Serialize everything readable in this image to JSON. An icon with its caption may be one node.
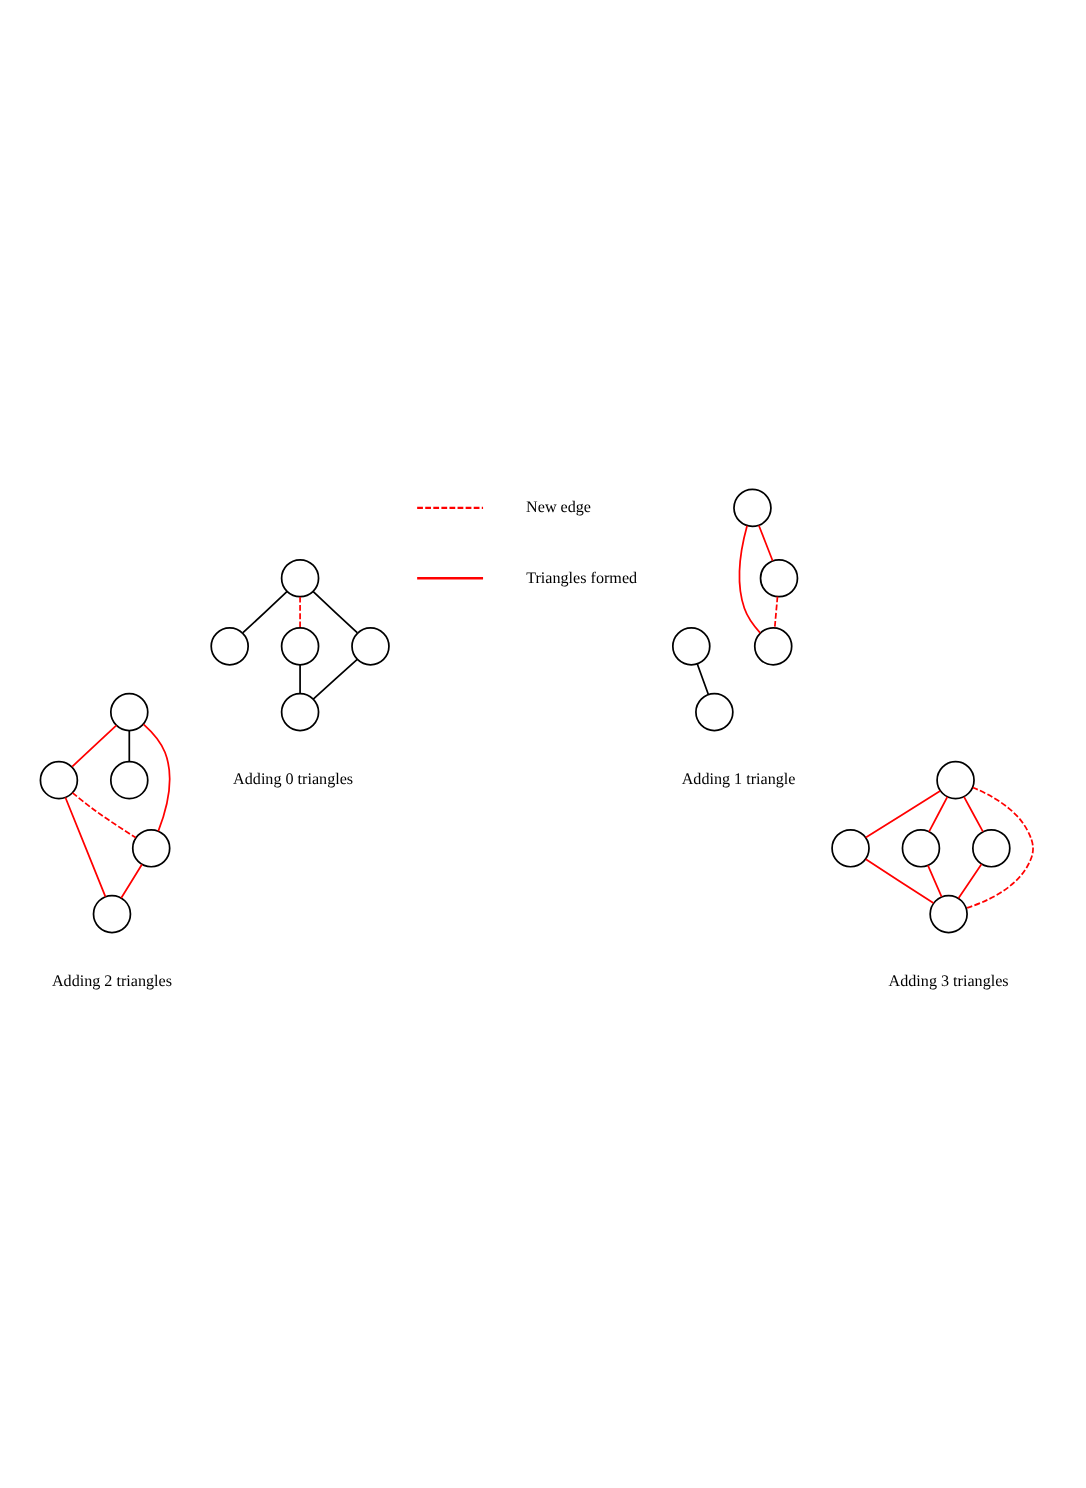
{
  "diagram": {
    "nodes": [
      {
        "text": [],
        "shape": "circle"
      },
      {
        "text": [],
        "shape": "circle"
      },
      {
        "text": [],
        "shape": "circle"
      },
      {
        "text": [],
        "shape": "circle"
      },
      {
        "text": [],
        "shape": "circle"
      },
      {
        "text": [],
        "shape": "circle"
      },
      {
        "text": [],
        "shape": "circle"
      },
      {
        "text": [],
        "shape": "circle"
      },
      {
        "text": [],
        "shape": "circle"
      },
      {
        "text": [],
        "shape": "circle"
      },
      {
        "text": [],
        "shape": "circle"
      },
      {
        "text": [],
        "shape": "circle"
      },
      {
        "text": [],
        "shape": "circle"
      },
      {
        "text": [],
        "shape": "circle"
      },
      {
        "text": [],
        "shape": "circle"
      },
      {
        "text": [],
        "shape": "circle"
      },
      {
        "text": [],
        "shape": "circle"
      },
      {
        "text": [],
        "shape": "circle"
      },
      {
        "text": [],
        "shape": "circle"
      },
      {
        "text": [],
        "shape": "circle"
      }
    ],
    "edges": [
      {
        "from": 1,
        "to": 0,
        "arrow": "none",
        "color": "#000000"
      },
      {
        "from": 1,
        "to": 2,
        "arrow": "none",
        "color": "#000000"
      },
      {
        "from": 0,
        "to": 4,
        "arrow": "none",
        "color": "#000000"
      },
      {
        "from": 3,
        "to": 4,
        "arrow": "none",
        "color": "#000000"
      },
      {
        "from": 1,
        "to": 3,
        "arrow": "none",
        "style": "dashed"
      },
      {
        "from": 6,
        "to": 7,
        "arrow": "none"
      },
      {
        "from": 6,
        "to": 8,
        "arrow": "none"
      },
      {
        "from": 8,
        "to": 7,
        "arrow": "none",
        "style": "dashed"
      },
      {
        "from": 5,
        "to": 9,
        "arrow": "none",
        "color": "#000000"
      },
      {
        "from": 11,
        "to": 10,
        "arrow": "none"
      },
      {
        "from": 11,
        "to": 13,
        "arrow": "none"
      },
      {
        "from": 13,
        "to": 10,
        "arrow": "none",
        "style": "dashed"
      },
      {
        "from": 11,
        "to": 12,
        "arrow": "none",
        "color": "#000000"
      },
      {
        "from": 10,
        "to": 14,
        "arrow": "none"
      },
      {
        "from": 13,
        "to": 14,
        "arrow": "none"
      },
      {
        "from": 16,
        "to": 15,
        "arrow": "none"
      },
      {
        "from": 16,
        "to": 17,
        "arrow": "none"
      },
      {
        "from": 16,
        "to": 18,
        "arrow": "none"
      },
      {
        "from": 15,
        "to": 19,
        "arrow": "none"
      },
      {
        "from": 17,
        "to": 19,
        "arrow": "none"
      },
      {
        "from": 18,
        "to": 19,
        "arrow": "none"
      },
      {
        "from": 16,
        "to": 19,
        "arrow": "none",
        "style": "dashed"
      }
    ],
    "labels": [
      "Adding 0 triangles",
      "Adding 1 triangle",
      "Adding 2 triangles",
      "Adding 3 triangles"
    ],
    "legend": [
      {
        "text": "New edge"
      },
      {
        "text": "Triangles formed"
      }
    ]
  }
}
